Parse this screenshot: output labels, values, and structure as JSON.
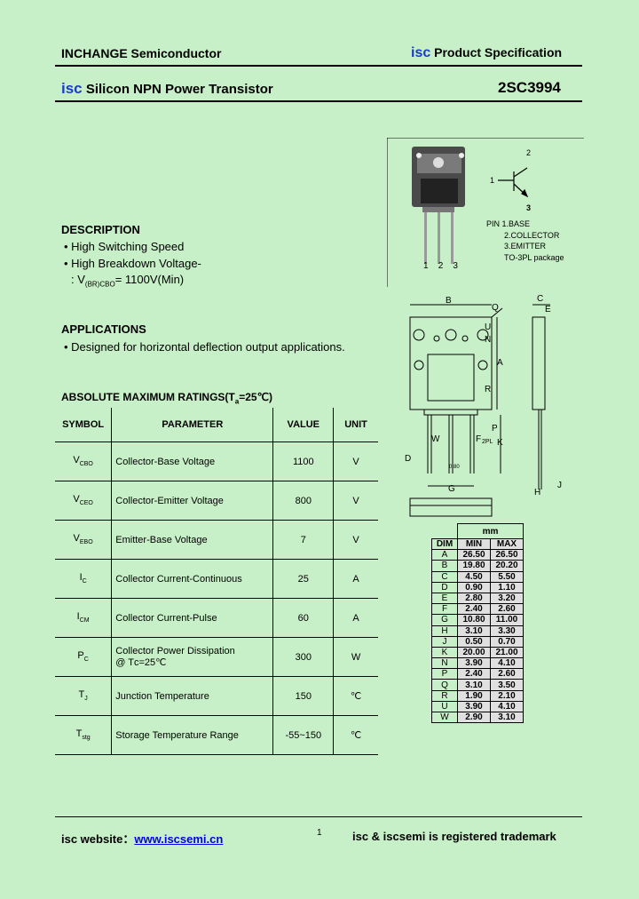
{
  "header": {
    "company": "INCHANGE Semiconductor",
    "isc_logo": "isc",
    "spec": "Product Specification",
    "title": "Silicon NPN Power Transistor",
    "part": "2SC3994"
  },
  "description": {
    "heading": "DESCRIPTION",
    "items": [
      "High Switching Speed",
      "High Breakdown Voltage-"
    ],
    "sub_prefix": ": V",
    "sub_subscript": "(BR)CBO",
    "sub_suffix": "= 1100V(Min)"
  },
  "applications": {
    "heading": "APPLICATIONS",
    "items": [
      "Designed for horizontal deflection output applications."
    ]
  },
  "ratings": {
    "heading_prefix": "ABSOLUTE MAXIMUM RATINGS(T",
    "heading_sub": "a",
    "heading_suffix": "=25℃)",
    "columns": [
      "SYMBOL",
      "PARAMETER",
      "VALUE",
      "UNIT"
    ],
    "rows": [
      {
        "sym": "V",
        "sub": "CBO",
        "param": "Collector-Base Voltage",
        "value": "1100",
        "unit": "V"
      },
      {
        "sym": "V",
        "sub": "CEO",
        "param": "Collector-Emitter Voltage",
        "value": "800",
        "unit": "V"
      },
      {
        "sym": "V",
        "sub": "EBO",
        "param": "Emitter-Base Voltage",
        "value": "7",
        "unit": "V"
      },
      {
        "sym": "I",
        "sub": "C",
        "param": "Collector Current-Continuous",
        "value": "25",
        "unit": "A"
      },
      {
        "sym": "I",
        "sub": "CM",
        "param": "Collector Current-Pulse",
        "value": "60",
        "unit": "A"
      },
      {
        "sym": "P",
        "sub": "C",
        "param": "Collector Power Dissipation",
        "param2": "@ Tᴄ=25℃",
        "value": "300",
        "unit": "W"
      },
      {
        "sym": "T",
        "sub": "J",
        "param": "Junction Temperature",
        "value": "150",
        "unit": "℃"
      },
      {
        "sym": "T",
        "sub": "stg",
        "param": "Storage Temperature Range",
        "value": "-55~150",
        "unit": "℃"
      }
    ]
  },
  "package": {
    "pin_numbers": [
      "1",
      "2",
      "3"
    ],
    "pins": [
      "PIN 1.BASE",
      "2.COLLECTOR",
      "3.EMITTER"
    ],
    "package_name": "TO-3PL package",
    "symbol_labels": [
      "1",
      "2",
      "3"
    ]
  },
  "drawing": {
    "labels": [
      "B",
      "Q",
      "C",
      "E",
      "U",
      "N",
      "A",
      "R",
      "P",
      "W",
      "F",
      "2PL",
      "K",
      "D",
      "G",
      "H",
      "J",
      "0.80"
    ]
  },
  "dimensions": {
    "unit": "mm",
    "columns": [
      "DIM",
      "MIN",
      "MAX"
    ],
    "rows": [
      [
        "A",
        "26.50",
        "26.50"
      ],
      [
        "B",
        "19.80",
        "20.20"
      ],
      [
        "C",
        "4.50",
        "5.50"
      ],
      [
        "D",
        "0.90",
        "1.10"
      ],
      [
        "E",
        "2.80",
        "3.20"
      ],
      [
        "F",
        "2.40",
        "2.60"
      ],
      [
        "G",
        "10.80",
        "11.00"
      ],
      [
        "H",
        "3.10",
        "3.30"
      ],
      [
        "J",
        "0.50",
        "0.70"
      ],
      [
        "K",
        "20.00",
        "21.00"
      ],
      [
        "N",
        "3.90",
        "4.10"
      ],
      [
        "P",
        "2.40",
        "2.60"
      ],
      [
        "Q",
        "3.10",
        "3.50"
      ],
      [
        "R",
        "1.90",
        "2.10"
      ],
      [
        "U",
        "3.90",
        "4.10"
      ],
      [
        "W",
        "2.90",
        "3.10"
      ]
    ]
  },
  "footer": {
    "website_label": "isc website：",
    "website_url": "www.iscsemi.cn",
    "page": "1",
    "trademark": "isc & iscsemi is registered trademark"
  },
  "colors": {
    "background": "#c8f0c8",
    "brand_blue": "#1a3cc8",
    "link_blue": "#0000ee",
    "table_fill": "#e0e0e0"
  }
}
